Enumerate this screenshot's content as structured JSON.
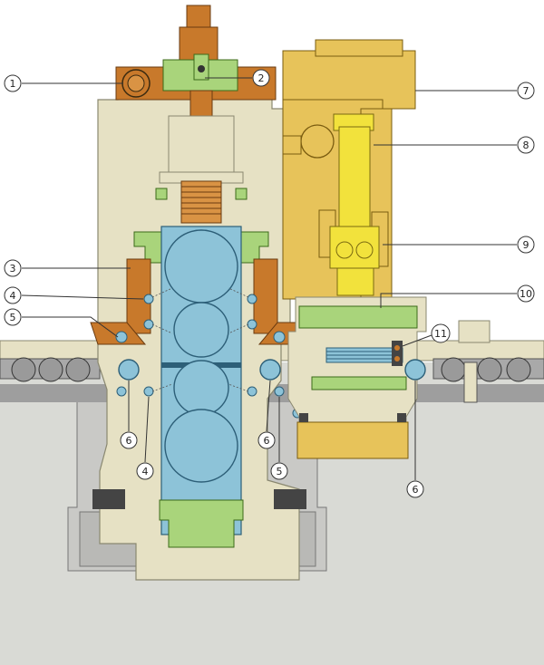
{
  "colors": {
    "background": "#d9dad5",
    "paper": "#ffffff",
    "frame": "#e6e1c4",
    "frame_stroke": "#8a8870",
    "copper": "#c8792b",
    "green": "#a9d47b",
    "yellow": "#f2e23c",
    "gold": "#e7c35a",
    "roll": "#8dc3d8",
    "roll_stroke": "#2d5f78",
    "gray": "#a9a9a9",
    "dark": "#3a3a3a",
    "line": "#333333"
  },
  "callouts": [
    {
      "id": "callout-1",
      "label": "1"
    },
    {
      "id": "callout-2",
      "label": "2"
    },
    {
      "id": "callout-3",
      "label": "3"
    },
    {
      "id": "callout-4a",
      "label": "4"
    },
    {
      "id": "callout-5a",
      "label": "5"
    },
    {
      "id": "callout-6a",
      "label": "6"
    },
    {
      "id": "callout-4b",
      "label": "4"
    },
    {
      "id": "callout-6b",
      "label": "6"
    },
    {
      "id": "callout-5b",
      "label": "5"
    },
    {
      "id": "callout-7",
      "label": "7"
    },
    {
      "id": "callout-8",
      "label": "8"
    },
    {
      "id": "callout-9",
      "label": "9"
    },
    {
      "id": "callout-10",
      "label": "10"
    },
    {
      "id": "callout-11",
      "label": "11"
    },
    {
      "id": "callout-6c",
      "label": "6"
    }
  ]
}
